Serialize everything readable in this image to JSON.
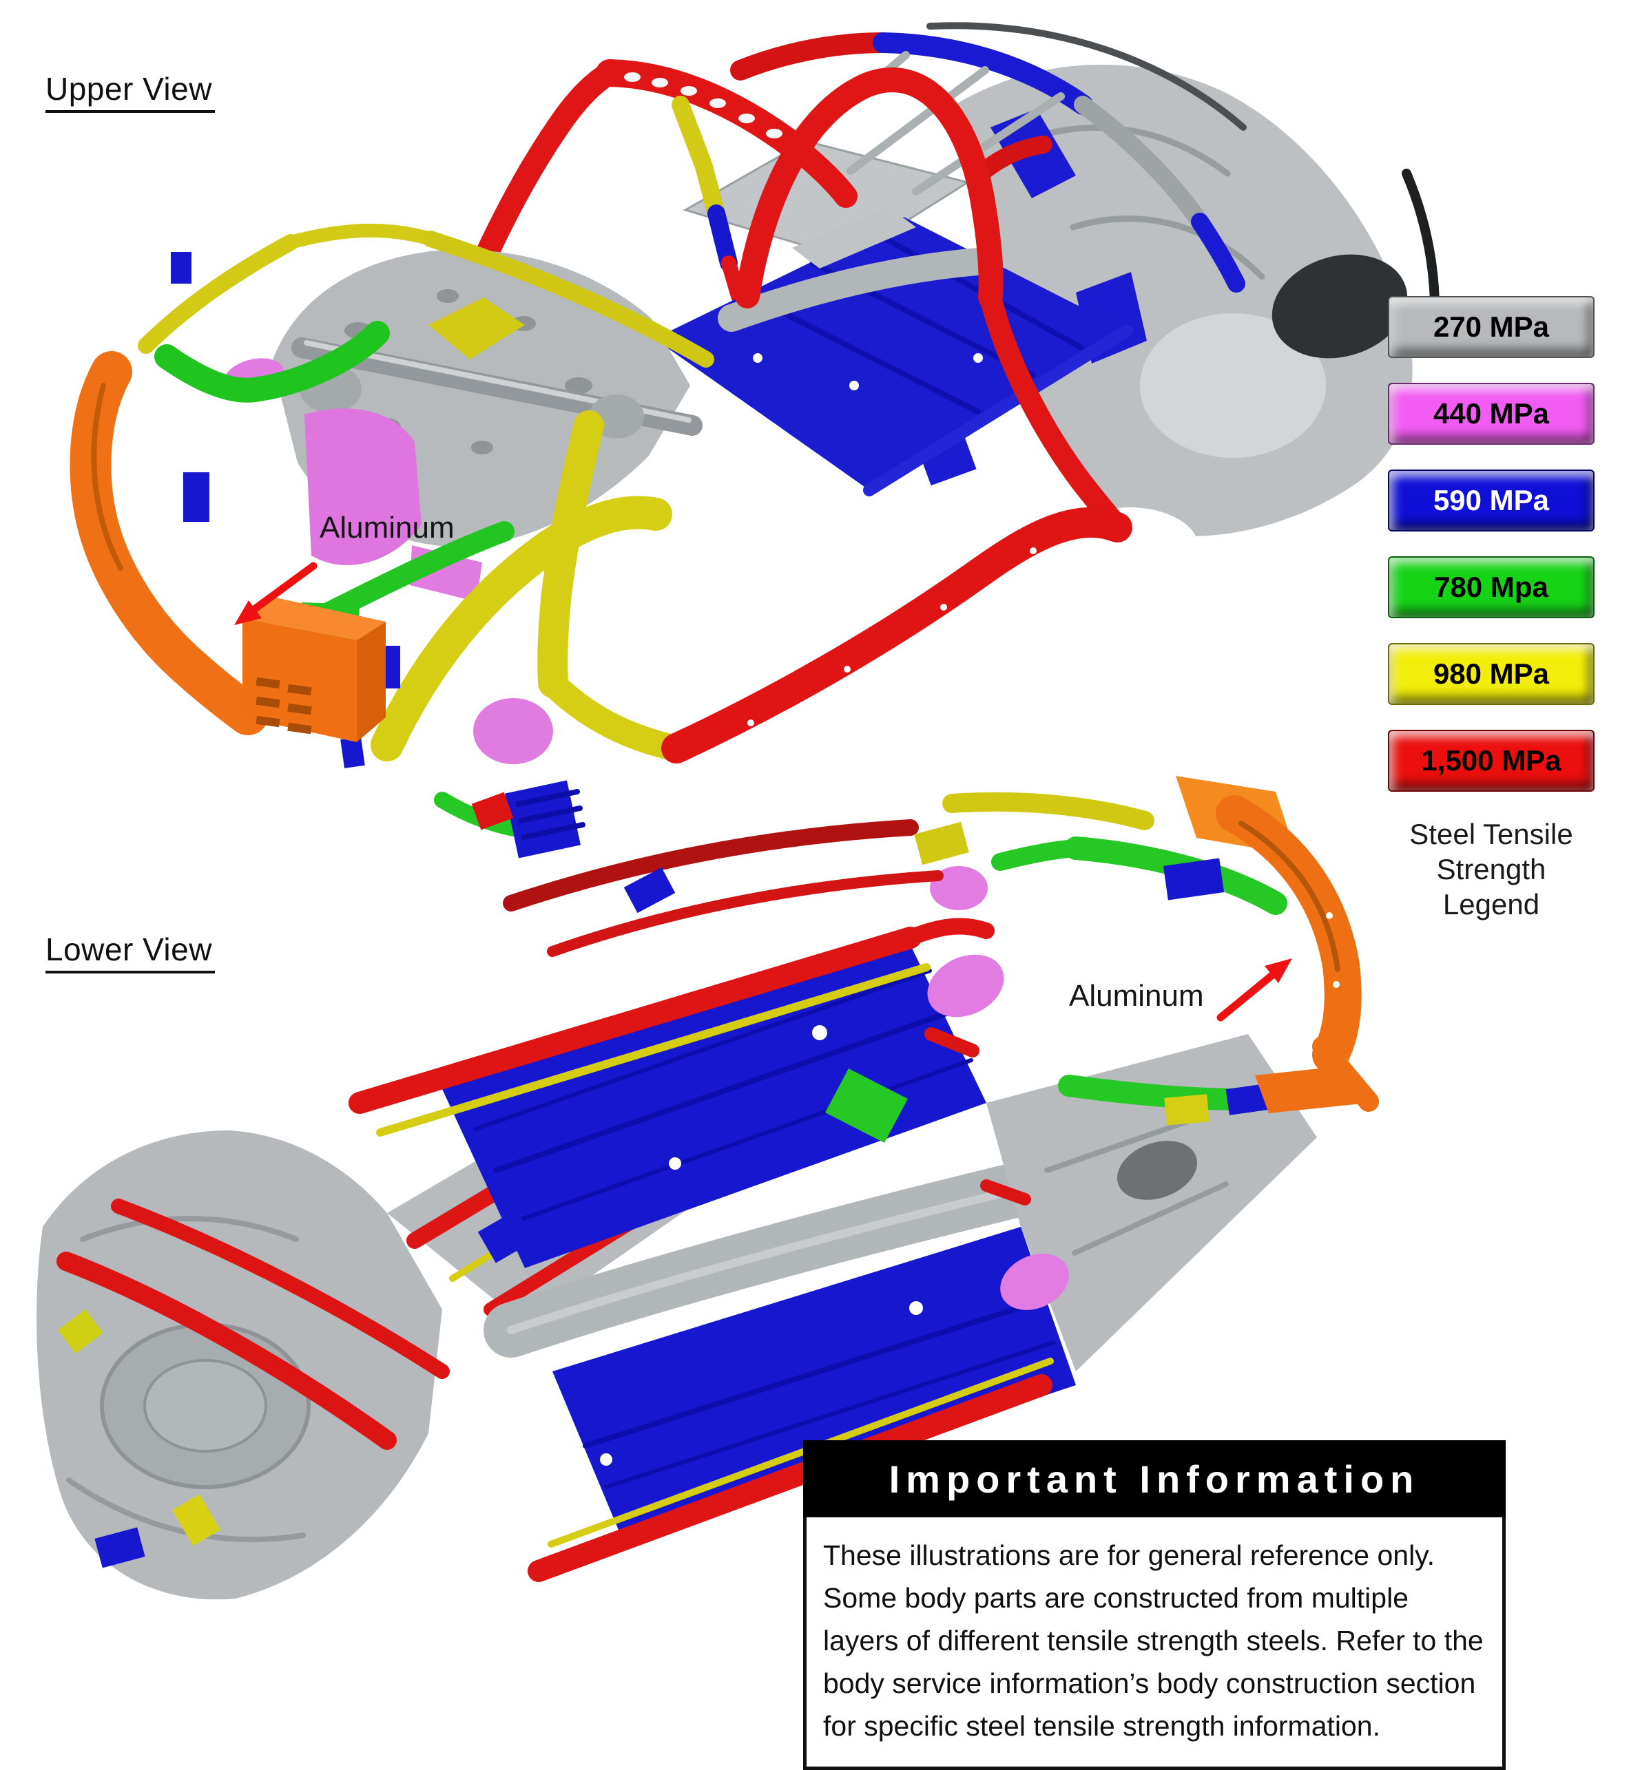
{
  "document": {
    "background": "#ffffff",
    "annotation_arrow_color": "#ee1111"
  },
  "views": {
    "upper": {
      "label": "Upper View",
      "aluminum_callout": "Aluminum"
    },
    "lower": {
      "label": "Lower View",
      "aluminum_callout": "Aluminum"
    }
  },
  "legend": {
    "title_line1": "Steel Tensile",
    "title_line2": "Strength Legend",
    "items": [
      {
        "label": "270 MPa",
        "color": "#b7b9bb",
        "text_color": "#000000"
      },
      {
        "label": "440 MPa",
        "color": "#f25cf2",
        "text_color": "#000000"
      },
      {
        "label": "590 MPa",
        "color": "#0f0fd8",
        "text_color": "#ffffff"
      },
      {
        "label": "780 Mpa",
        "color": "#16d316",
        "text_color": "#000000"
      },
      {
        "label": "980 MPa",
        "color": "#f2ee0a",
        "text_color": "#000000"
      },
      {
        "label": "1,500 MPa",
        "color": "#ec0f0f",
        "text_color": "#000000"
      }
    ]
  },
  "important_info": {
    "title": "Important Information",
    "body": "These illustrations are for general reference only. Some body parts are constructed from multiple layers of different tensile strength steels. Refer to the body service information’s body construction section for specific steel tensile strength information."
  }
}
